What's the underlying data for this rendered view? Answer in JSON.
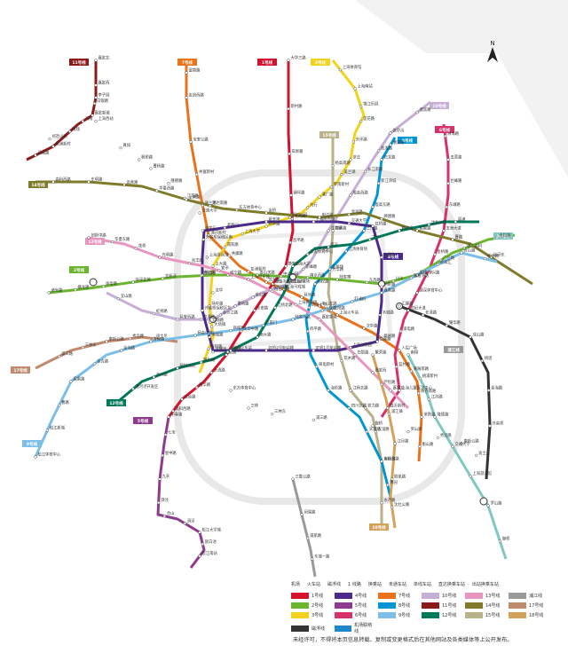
{
  "compass": {
    "label": "N"
  },
  "badges": [
    {
      "text": "11号线",
      "color": "#8B1A1A"
    },
    {
      "text": "7号线",
      "color": "#E8731A"
    },
    {
      "text": "3号线",
      "color": "#F2D21C"
    },
    {
      "text": "1号线",
      "color": "#D4122E"
    },
    {
      "text": "15号线",
      "color": "#B8B28A"
    },
    {
      "text": "10号线",
      "color": "#C6AFD4"
    },
    {
      "text": "8号线",
      "color": "#0096D6"
    },
    {
      "text": "4号线",
      "color": "#4B2A8B"
    },
    {
      "text": "6号线",
      "color": "#D6316B"
    },
    {
      "text": "14号线",
      "color": "#7E7B2A"
    },
    {
      "text": "2号线",
      "color": "#6AB42E"
    },
    {
      "text": "13号线",
      "color": "#E895C0"
    },
    {
      "text": "16号线",
      "color": "#7FC9C2"
    },
    {
      "text": "17号线",
      "color": "#C08A6E"
    },
    {
      "text": "5号线",
      "color": "#8E3A8E"
    },
    {
      "text": "9号线",
      "color": "#7BBFE8"
    },
    {
      "text": "12号线",
      "color": "#00785A"
    },
    {
      "text": "18号线",
      "color": "#D4A15A"
    },
    {
      "text": "浦江线",
      "color": "#999999"
    }
  ],
  "stations": [
    "嘉定北",
    "嘉定西",
    "白银路",
    "嘉定新城",
    "马陆",
    "南翔",
    "桃浦新村",
    "武威路",
    "祁连山路",
    "李子园",
    "上海西站",
    "真如",
    "枫桥路",
    "曹杨路",
    "隆德路",
    "江苏路",
    "交通大学",
    "徐家汇",
    "上海游泳馆",
    "龙华",
    "云锦路",
    "龙耀路",
    "东方体育中心",
    "三林",
    "三林东",
    "浦三路",
    "御桥",
    "罗山路",
    "秀沿路",
    "康新公路",
    "迪士尼",
    "富锦路",
    "友谊西路",
    "宝安公路",
    "共富新村",
    "呼兰路",
    "通河新村",
    "共康路",
    "彭浦新村",
    "汶水路",
    "上海马戏城",
    "延长路",
    "中山北路",
    "上海火车站",
    "汉中路",
    "新闸路",
    "人民广场",
    "黄陂南路",
    "陕西南路",
    "常熟路",
    "衡山路",
    "上海体育馆",
    "上海南站",
    "锦江乐园",
    "莲花路",
    "外环路",
    "莘庄",
    "美兰湖",
    "罗南新村",
    "潘广路",
    "刘行",
    "顾村公园",
    "祁华路",
    "上海大学",
    "南陈路",
    "上大路",
    "场中路",
    "大场镇",
    "行知路",
    "大华三路",
    "新村路",
    "岚皋路",
    "镇坪路",
    "长寿路",
    "昌平路",
    "静安寺",
    "肇嘉浜路",
    "东安路",
    "龙华中路",
    "后滩",
    "长清路",
    "耀华路",
    "云台路",
    "高科西路",
    "杨高南路",
    "锦绣路",
    "芳华路",
    "龙阳路",
    "花木路",
    "江杨北路",
    "铁力路",
    "友谊路",
    "宝杨路",
    "水产路",
    "淞滨路",
    "张华浜",
    "淞发路",
    "长江南路",
    "殷高西路",
    "江湾镇",
    "大柏树",
    "赤峰路",
    "虹口足球场",
    "东宝兴路",
    "宝山路",
    "曹杨路",
    "金沙江路",
    "中潭路",
    "延安西路",
    "虹桥路",
    "宜山路",
    "漕溪路",
    "石龙路",
    "新江湾城",
    "殷高东路",
    "三门路",
    "江湾体育场",
    "五角场",
    "国权路",
    "同济大学",
    "四平路",
    "邮电新村",
    "海伦路",
    "四川北路",
    "天潼路",
    "南京东路",
    "豫园",
    "老西门",
    "新天地",
    "上海图书馆",
    "交通大学",
    "虹桥路",
    "宋园路",
    "伊犁路",
    "水城路",
    "龙溪路",
    "上海动物园",
    "虹桥1号航站楼",
    "虹桥2号航站楼",
    "虹桥火车站",
    "港城路",
    "外高桥保税区北",
    "航津路",
    "外高桥保税区南",
    "洲海路",
    "五莲路",
    "巨峰路",
    "东靖路",
    "五洲大道",
    "金桥路",
    "博兴路",
    "源深体育中心",
    "世纪大道",
    "浦电路",
    "蓝村路",
    "上海儿童医学中心",
    "临沂新村",
    "高科西路",
    "东明路",
    "高青路",
    "华夏西路",
    "上南路",
    "灵岩南路",
    "东方体育中心",
    "金桥",
    "申江路",
    "金海路",
    "顾唐路",
    "民雷路",
    "曹路",
    "徐泾东",
    "诸光路",
    "蟠龙路",
    "徐盈路",
    "徐泾北城",
    "北新泾",
    "淞虹路",
    "威宁路",
    "娄山关路",
    "中山公园",
    "南京西路",
    "陆家嘴",
    "东昌路",
    "川沙",
    "唐镇",
    "广兰路",
    "张江高科",
    "金科路",
    "创新中路",
    "华夏东路",
    "花桥",
    "光明路",
    "兆丰路",
    "安亭",
    "上海汽车城",
    "昌吉东路",
    "上海赛车场",
    "嘉定新城",
    "白银路",
    "嘉定西",
    "嘉定北",
    "南翔",
    "桃浦新村",
    "江苏路",
    "隆德路",
    "交通大学",
    "上海游泳馆",
    "罗山路",
    "御桥",
    "浦三路",
    "三林东",
    "康新公路",
    "秀沿路",
    "迪士尼",
    "中春路",
    "七宝",
    "星中路",
    "九亭",
    "泗泾",
    "佘山",
    "洞泾",
    "松江大学城",
    "醉白池",
    "松江南站",
    "松江体育中心",
    "松江新城",
    "曹路",
    "民雷路",
    "金吉路",
    "金海路",
    "芳甸路",
    "杨高中路",
    "商城路",
    "小南门",
    "陆家浜路",
    "马当路",
    "打浦桥",
    "嘉善路",
    "肇嘉浜路",
    "徐家汇",
    "宜山路",
    "桂林路",
    "漕河泾开发区",
    "合川路",
    "顾村公园",
    "锦秋路",
    "丰翔路",
    "南大路",
    "江杨北路",
    "共富新村",
    "上海大学",
    "东方体育中心",
    "航头",
    "下沙",
    "鹤涛路",
    "沈杜公路",
    "周浦",
    "繁荣路",
    "芦恒路",
    "浦江镇",
    "江月路",
    "联航路",
    "沈杜公路",
    "三鲁公路",
    "闵瑞路",
    "浦航路",
    "东城一路",
    "汇臻路",
    "长清路",
    "耀华路",
    "成山路",
    "杨思",
    "金海路",
    "外高桥"
  ],
  "legend": {
    "top_items": [
      "机场",
      "火车站",
      "磁浮线",
      "1 线路",
      "换乘站",
      "未通车站",
      "单线车站",
      "直达换乘车站",
      "出站换乘车站"
    ],
    "lines": [
      {
        "label": "1号线",
        "color": "#D4122E"
      },
      {
        "label": "4号线",
        "color": "#4B2A8B"
      },
      {
        "label": "7号线",
        "color": "#E8731A"
      },
      {
        "label": "10号线",
        "color": "#C6AFD4"
      },
      {
        "label": "13号线",
        "color": "#E895C0"
      },
      {
        "label": "浦江线",
        "color": "#999999"
      },
      {
        "label": "2号线",
        "color": "#6AB42E"
      },
      {
        "label": "5号线",
        "color": "#8E3A8E"
      },
      {
        "label": "8号线",
        "color": "#0096D6"
      },
      {
        "label": "11号线",
        "color": "#8B1A1A"
      },
      {
        "label": "14号线",
        "color": "#7E7B2A"
      },
      {
        "label": "17号线",
        "color": "#C08A6E"
      },
      {
        "label": "3号线",
        "color": "#F2D21C"
      },
      {
        "label": "6号线",
        "color": "#D6316B"
      },
      {
        "label": "9号线",
        "color": "#7BBFE8"
      },
      {
        "label": "12号线",
        "color": "#00785A"
      },
      {
        "label": "15号线",
        "color": "#B8B28A"
      },
      {
        "label": "18号线",
        "color": "#D4A15A"
      },
      {
        "label": "磁浮线",
        "color": "#333333"
      },
      {
        "label": "机场联络线",
        "color": "#1E88C8"
      }
    ]
  },
  "notice": "未经许可，不得将本页信息转载、复制或变更格式后在其他网站及各类媒体等上公开发布。"
}
